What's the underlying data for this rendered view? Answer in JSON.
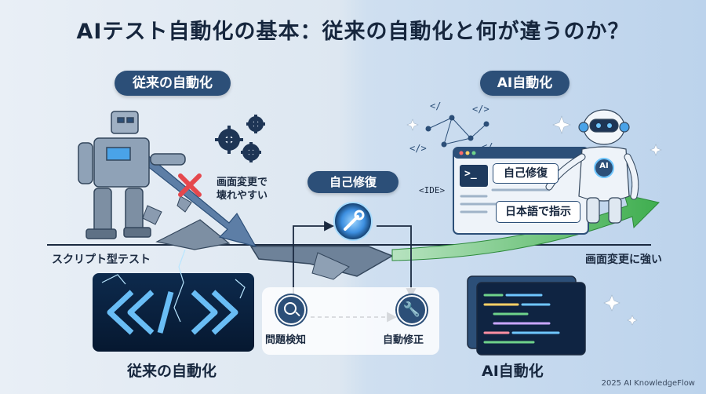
{
  "title": "AIテスト自動化の基本：従来の自動化と何が違うのか？",
  "left": {
    "header": "従来の自動化",
    "fragile_note": [
      "画面変更で",
      "壊れやすい"
    ],
    "script_label": "スクリプト型テスト",
    "bottom_label": "従来の自動化"
  },
  "middle": {
    "header": "自己修復",
    "detect_label": "問題検知",
    "fix_label": "自動修正"
  },
  "right": {
    "header": "AI自動化",
    "ide_tag": "<IDE>",
    "code_tag_1": "</",
    "code_tag_2": "</>",
    "code_tag_3": "</>",
    "code_tag_4": "</",
    "prompt_glyph": ">_",
    "chip_selfheal": "自己修復",
    "chip_japanese": "日本語で指示",
    "robot_badge": "AI",
    "robust_label": "画面変更に強い",
    "bottom_label": "AI自動化"
  },
  "footer": "2025 AI KnowledgeFlow",
  "colors": {
    "navy": "#2c4f78",
    "green": "#5fc36a",
    "red": "#e5484d",
    "glow": "#3ea8ff"
  }
}
